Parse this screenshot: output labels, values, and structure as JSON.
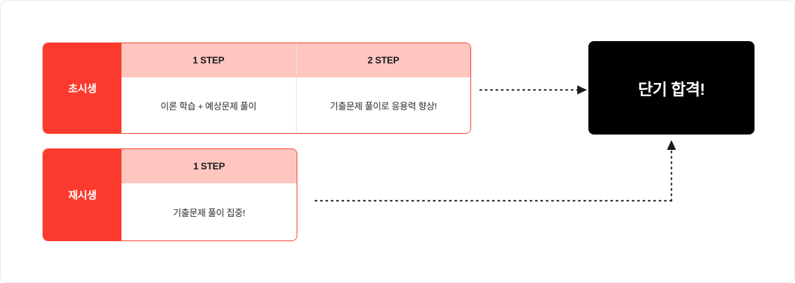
{
  "diagram": {
    "title_semantic": "study-plan-flow",
    "colors": {
      "brand_red": "#FB3A2D",
      "header_pink": "#FFC6C0",
      "result_bg": "#000000",
      "result_fg": "#FFFFFF",
      "divider": "#E2E2E2",
      "canvas_border": "#E8E8E8"
    },
    "tracks": [
      {
        "label": "초시생",
        "steps": [
          {
            "head": "1 STEP",
            "body": "이론 학습 + 예상문제 풀이"
          },
          {
            "head": "2 STEP",
            "body": "기출문제 풀이로 응용력 향상!"
          }
        ]
      },
      {
        "label": "재시생",
        "steps": [
          {
            "head": "1 STEP",
            "body": "기출문제 풀이 집중!"
          }
        ]
      }
    ],
    "result": {
      "text": "단기 합격!"
    },
    "connectors": [
      {
        "name": "arrow-chosisaeng-to-result",
        "style": "dotted",
        "direction": "right"
      },
      {
        "name": "arrow-jaesisaeng-to-result",
        "style": "dotted",
        "direction": "up"
      }
    ]
  }
}
